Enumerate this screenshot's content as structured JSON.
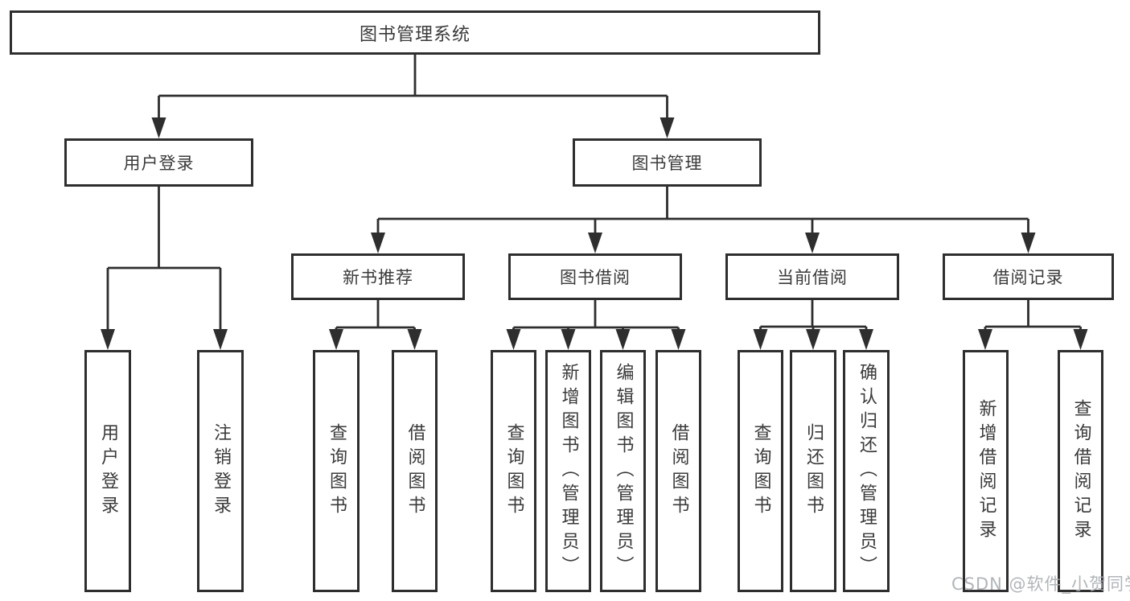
{
  "diagram": {
    "root": "图书管理系统",
    "level2": {
      "user_login": "用户登录",
      "book_management": "图书管理"
    },
    "level3": {
      "new_book_recommend": "新书推荐",
      "book_borrow": "图书借阅",
      "current_borrow": "当前借阅",
      "borrow_record": "借阅记录"
    },
    "leaves": {
      "user_login": "用户登录",
      "logout": "注销登录",
      "recommend_query_book": "查询图书",
      "recommend_borrow_book": "借阅图书",
      "borrow_query_book": "查询图书",
      "borrow_add_book_admin": "新增图书（管理员）",
      "borrow_edit_book_admin": "编辑图书（管理员）",
      "borrow_borrow_book": "借阅图书",
      "current_query_book": "查询图书",
      "current_return_book": "归还图书",
      "current_confirm_return_admin": "确认归还（管理员）",
      "record_add": "新增借阅记录",
      "record_query": "查询借阅记录"
    }
  },
  "watermark": "CSDN @软件_小贺同学",
  "colors": {
    "line": "#2e2e2e",
    "text": "#3a3a3a",
    "watermark": "#a8adb2",
    "background": "#ffffff"
  }
}
